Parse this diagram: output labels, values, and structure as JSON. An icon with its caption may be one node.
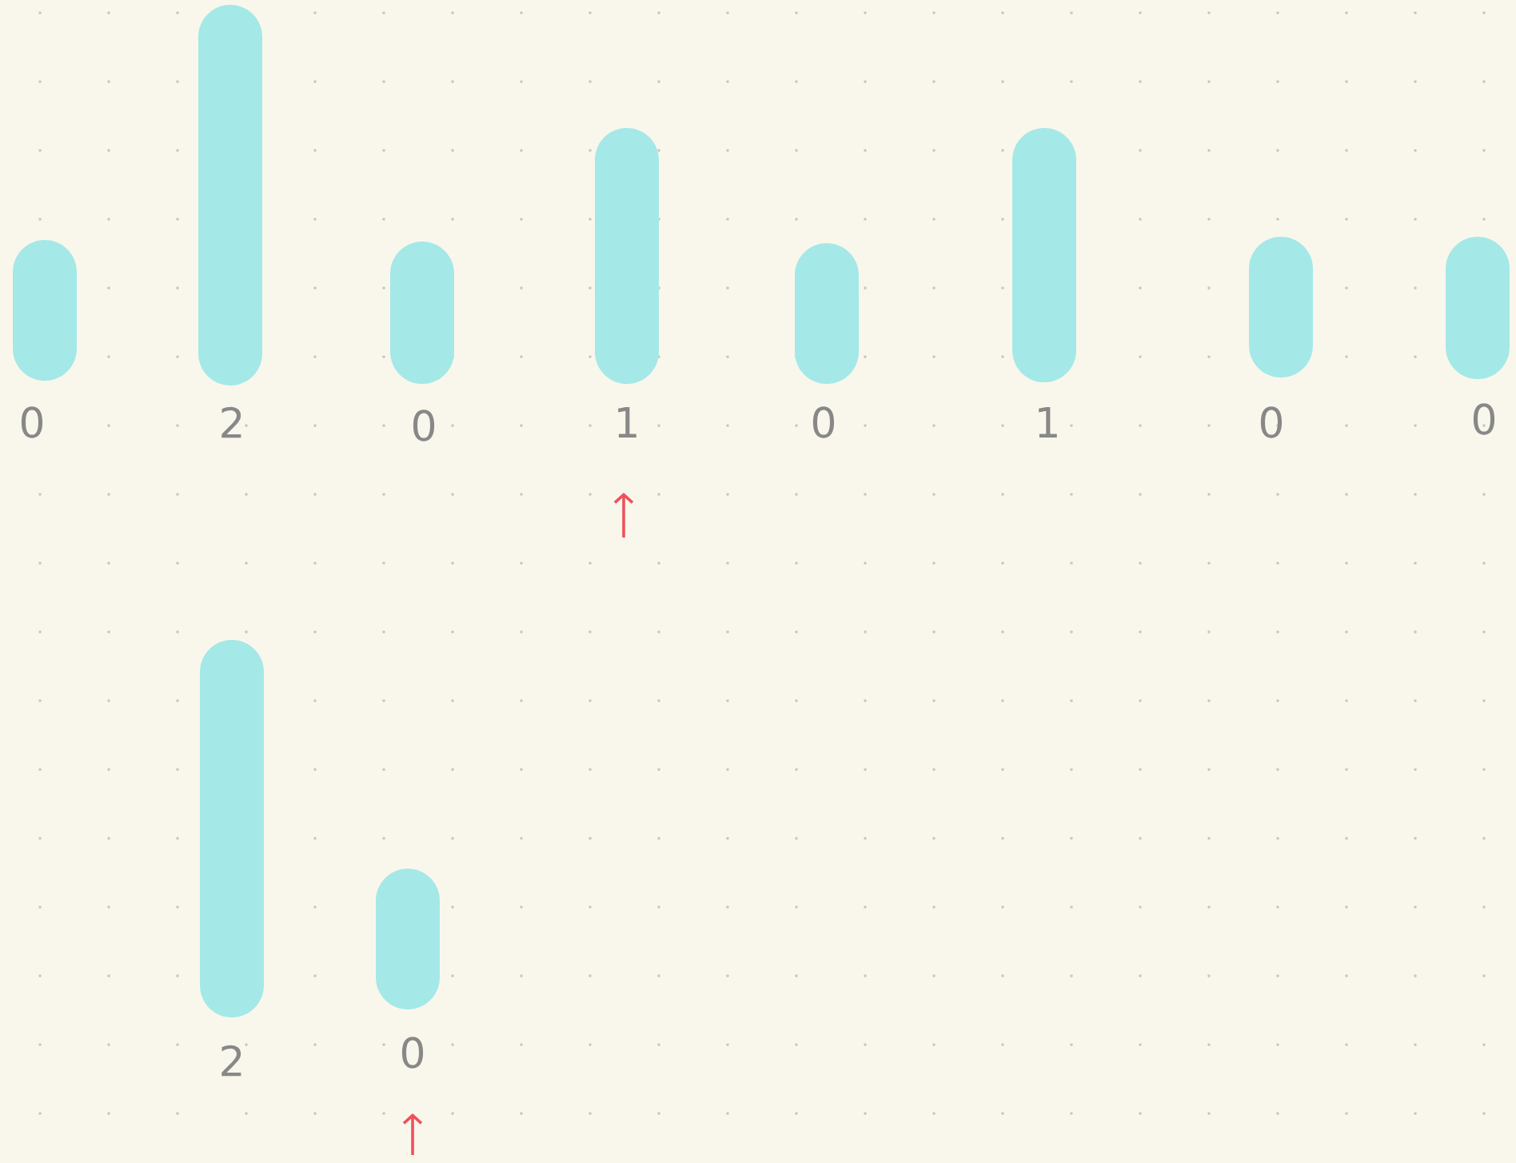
{
  "diagram": {
    "nodes": [
      {
        "text": [],
        "shape": "bar",
        "beside": [
          "0"
        ]
      },
      {
        "text": [],
        "shape": "bar",
        "beside": [
          "2"
        ]
      },
      {
        "text": [],
        "shape": "bar",
        "beside": [
          "0"
        ]
      },
      {
        "text": [],
        "shape": "bar",
        "beside": [
          "1"
        ]
      },
      {
        "text": [],
        "shape": "bar",
        "beside": [
          "0"
        ]
      },
      {
        "text": [],
        "shape": "bar",
        "beside": [
          "1"
        ]
      },
      {
        "text": [],
        "shape": "bar",
        "beside": [
          "0"
        ]
      },
      {
        "text": [],
        "shape": "bar",
        "beside": [
          "0"
        ]
      },
      {
        "text": [],
        "shape": "bar",
        "beside": [
          "2"
        ]
      },
      {
        "text": [],
        "shape": "bar",
        "beside": [
          "0"
        ]
      }
    ]
  }
}
